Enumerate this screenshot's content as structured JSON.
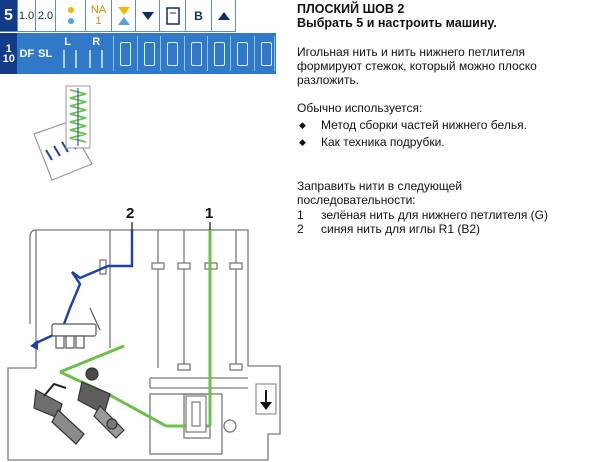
{
  "settings": {
    "stitch_number": "5",
    "fraction_top": "1",
    "fraction_bottom": "10",
    "length_1": "1.0",
    "length_2": "2.0",
    "na_label": "NA",
    "na_value": "1",
    "b_label": "B",
    "df_label": "DF",
    "sl_label": "SL",
    "l_label": "L",
    "r_label": "R"
  },
  "header": {
    "title": "ПЛОСКИЙ ШОВ 2",
    "subtitle": "Выбрать 5 и настроить машину."
  },
  "body": {
    "description": "Игольная нить и нить нижнего петлителя формируют стежок, который можно плоско разложить.",
    "usage_heading": "Обычно используется:",
    "usage_items": [
      "Метод сборки частей нижнего белья.",
      "Как техника подрубки."
    ],
    "threading_heading": "Заправить нити в следующей последовательности:",
    "threading_steps": [
      {
        "num": "1",
        "text": "зелёная нить для нижнего петлителя (G)"
      },
      {
        "num": "2",
        "text": "синяя нить для иглы R1 (B2)"
      }
    ]
  },
  "diagram": {
    "label_1": "1",
    "label_2": "2",
    "colors": {
      "green": "#6cc04a",
      "blue": "#1f3fa8",
      "frame": "#7a7a7a"
    }
  }
}
